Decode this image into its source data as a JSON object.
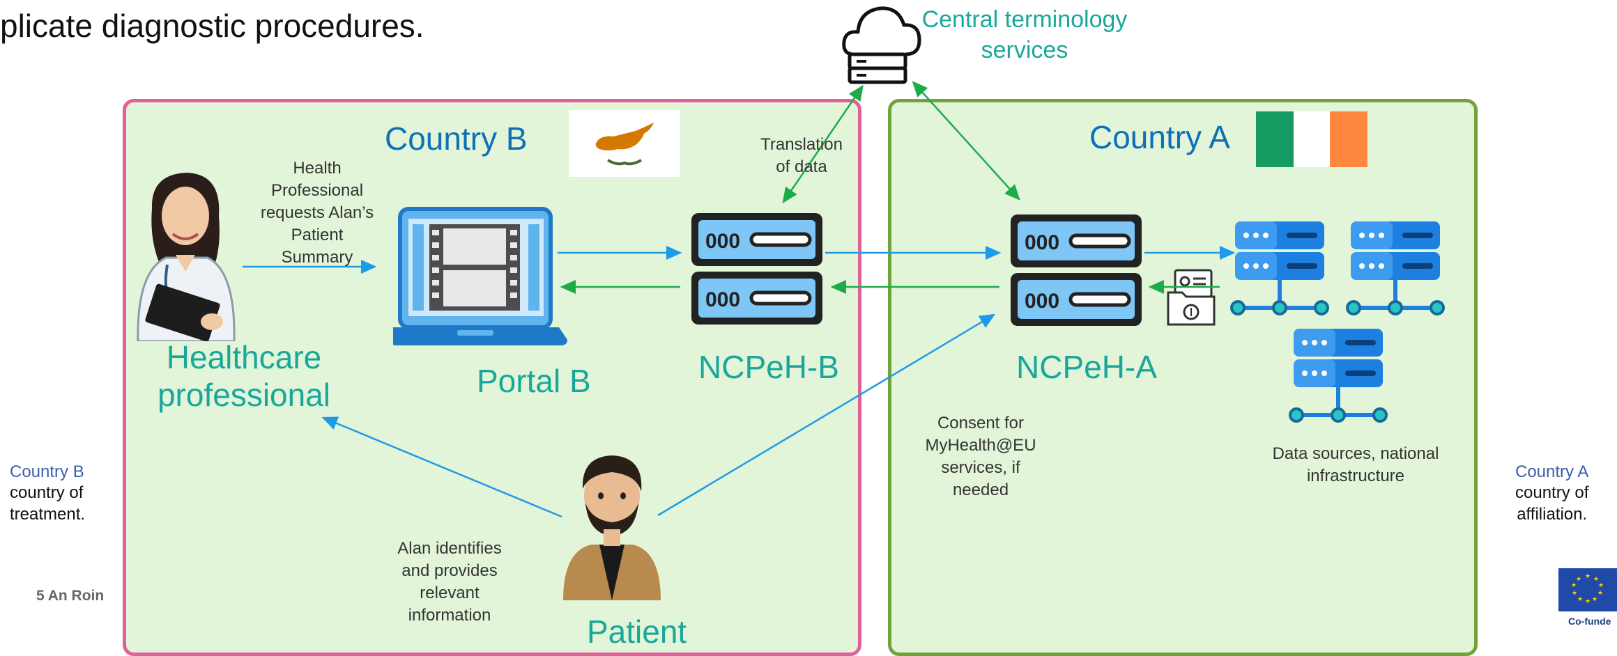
{
  "heading": {
    "text": "plicate diagnostic procedures."
  },
  "cloud": {
    "label_line1": "Central terminology",
    "label_line2": "services"
  },
  "country_b": {
    "title": "Country B",
    "portal": "Portal B",
    "ncp": "NCPeH-B",
    "hcp_line1": "Healthcare",
    "hcp_line2": "professional",
    "request_lines": [
      "Health",
      "Professional",
      "requests Alan’s",
      "Patient",
      "Summary"
    ],
    "translation_lines": [
      "Translation",
      "of data"
    ],
    "side_title": "Country B",
    "side_lines": [
      "country of",
      "treatment."
    ]
  },
  "country_a": {
    "title": "Country A",
    "ncp": "NCPeH-A",
    "consent_lines": [
      "Consent for",
      "MyHealth@EU",
      "services, if",
      "needed"
    ],
    "datasources_lines": [
      "Data sources, national",
      "infrastructure"
    ],
    "side_title": "Country A",
    "side_lines": [
      "country of",
      "affiliation."
    ]
  },
  "patient": {
    "label": "Patient",
    "alan_lines": [
      "Alan identifies",
      "and provides",
      "relevant",
      "information"
    ]
  },
  "footer": {
    "page_text": "5  An Roin",
    "eu_text": "Co-funde"
  },
  "colors": {
    "pink_border": "#e0609a",
    "green_border": "#72a33a",
    "panel_fill": "#e2f5d8",
    "arrow_blue": "#1e9be8",
    "arrow_green": "#1dab4a",
    "title_blue": "#0f6fb8",
    "teal": "#1aa79b",
    "irish_green": "#169b62",
    "irish_orange": "#ff883e"
  },
  "icons": [
    "cloud-server-icon",
    "doctor-icon",
    "laptop-video-icon",
    "server-icon",
    "database-icon",
    "id-folder-icon",
    "patient-avatar-icon",
    "cyprus-flag-icon",
    "ireland-flag-icon",
    "eu-flag-icon"
  ]
}
